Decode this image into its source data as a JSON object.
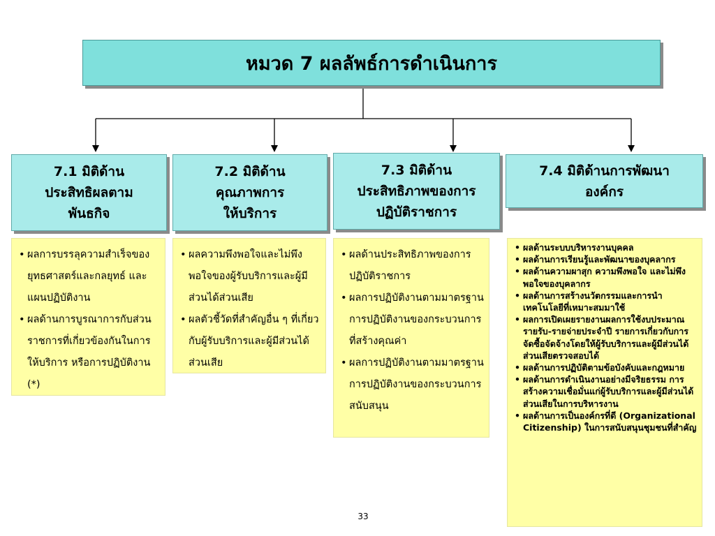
{
  "title": "หมวด 7 ผลลัพธ์การดำเนินการ",
  "categories": [
    {
      "heading": "7.1  มิติด้าน\nประสิทธิผลตาม\nพันธกิจ"
    },
    {
      "heading": "7.2  มิติด้าน\nคุณภาพการ\nให้บริการ"
    },
    {
      "heading": "7.3  มิติด้าน\nประสิทธิภาพของการ\nปฏิบัติราชการ"
    },
    {
      "heading": "7.4 มิติด้านการพัฒนา\nองค์กร"
    }
  ],
  "details": [
    [
      "ผลการบรรลุความสำเร็จของยุทธศาสตร์และกลยุทธ์ และแผนปฏิบัติงาน",
      "ผลด้านการบูรณาการกับส่วนราชการที่เกี่ยวข้องกันในการให้บริการ หรือการปฏิบัติงาน (*)"
    ],
    [
      "ผลความพึงพอใจและไม่พึงพอใจของผู้รับบริการและผู้มีส่วนได้ส่วนเสีย",
      "ผลตัวชี้วัดที่สำคัญอื่น ๆ ที่เกี่ยวกับผู้รับบริการและผู้มีส่วนได้ส่วนเสีย"
    ],
    [
      "ผลด้านประสิทธิภาพของการปฏิบัติราชการ",
      "ผลการปฏิบัติงานตามมาตรฐานการปฏิบัติงานของกระบวนการที่สร้างคุณค่า",
      "ผลการปฏิบัติงานตามมาตรฐานการปฏิบัติงานของกระบวนการสนับสนุน"
    ],
    [
      "ผลด้านระบบบริหารงานบุคคล",
      "ผลด้านการเรียนรู้และพัฒนาของบุคลากร",
      "ผลด้านความผาสุก ความพึงพอใจ และไม่พึงพอใจของบุคลากร",
      "ผลด้านการสร้างนวัตกรรมและการนำเทคโนโลยีที่เหมาะสมมาใช้",
      "ผลการเปิดเผยรายงานผลการใช้งบประมาณรายรับ-รายจ่ายประจำปี รายการเกี่ยวกับการจัดซื้อจัดจ้างโดยให้ผู้รับบริการและผู้มีส่วนได้ส่วนเสียตรวจสอบได้",
      "ผลด้านการปฏิบัติตามข้อบังคับและกฎหมาย",
      "ผลด้านการดำเนินงานอย่างมีจริยธรรม การสร้างความเชื่อมั่นแก่ผู้รับบริการและผู้มีส่วนได้ส่วนเสียในการบริหารงาน",
      "ผลด้านการเป็นองค์กรที่ดี (Organizational Citizenship) ในการสนับสนุนชุมชนที่สำคัญ"
    ]
  ],
  "page_number": "33",
  "colors": {
    "title_bg": "#7fe0dc",
    "header_bg": "#a9ebea",
    "detail_bg": "#ffffa6"
  }
}
